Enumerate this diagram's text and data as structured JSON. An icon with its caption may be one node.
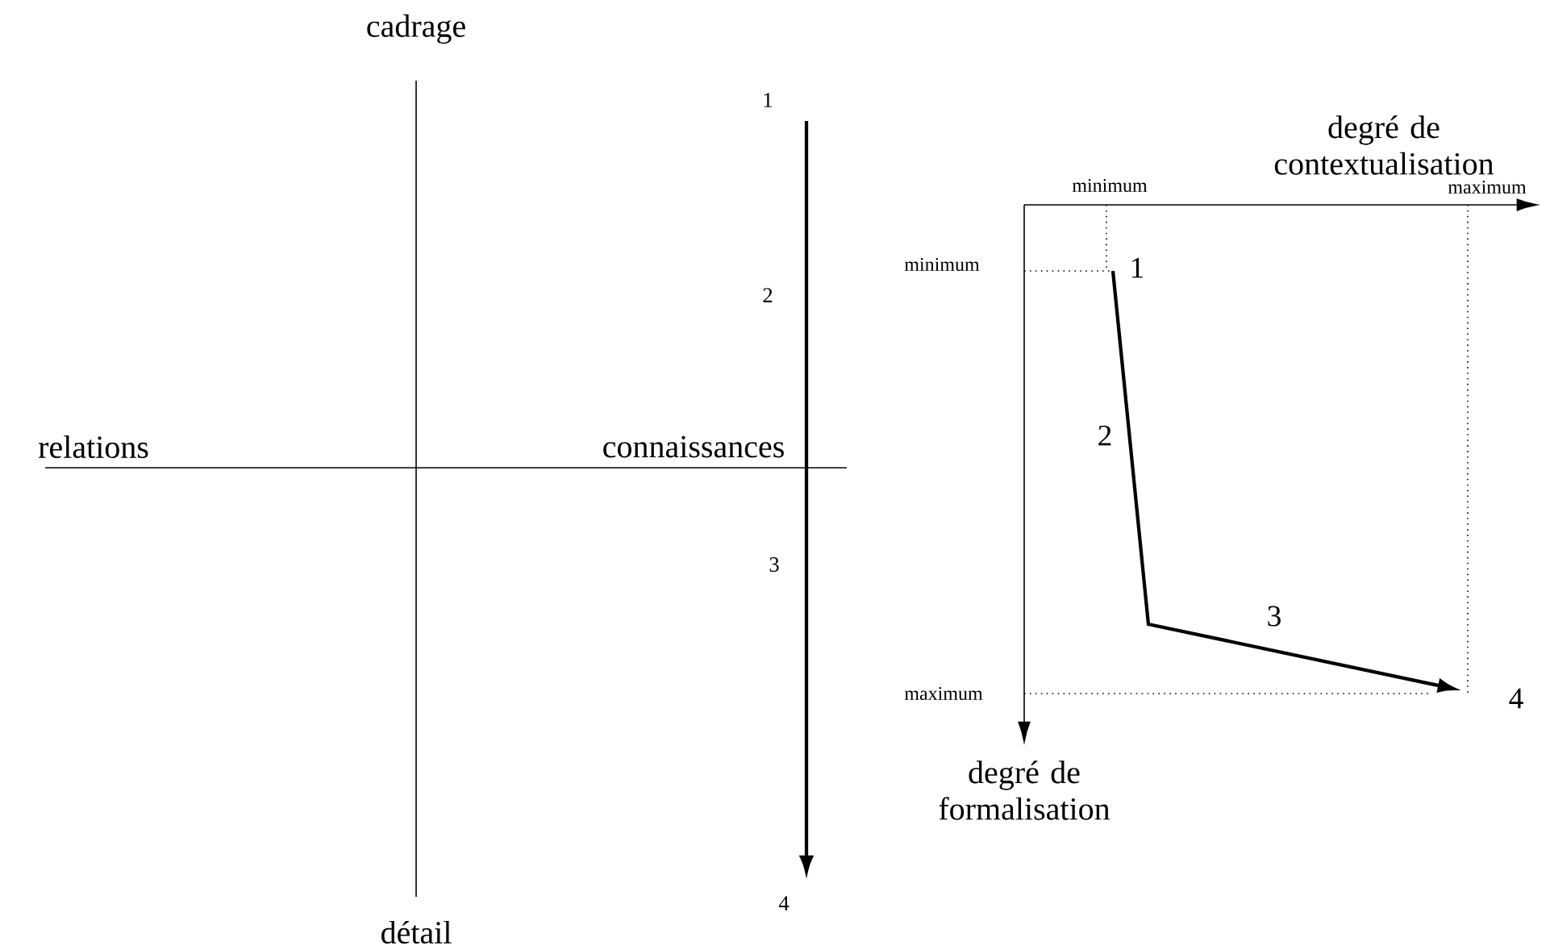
{
  "diagram": {
    "labels": [
      "cadrage",
      "1",
      "degré de contextualisation",
      "minimum",
      "maximum",
      "minimum",
      "1",
      "2",
      "relations",
      "connaissances",
      "2",
      "3",
      "3",
      "maximum",
      "4",
      "degré de formalisation",
      "4",
      "détail"
    ]
  }
}
